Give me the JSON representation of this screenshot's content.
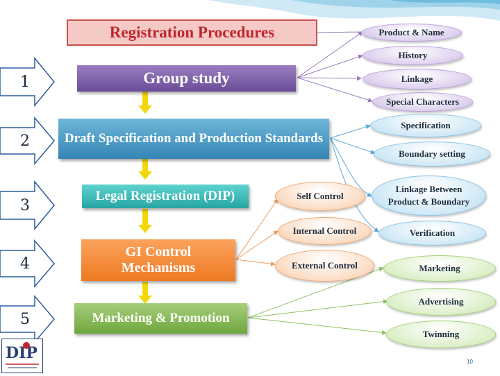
{
  "title": "Registration Procedures",
  "steps": [
    {
      "number": "1",
      "label": "Group study"
    },
    {
      "number": "2",
      "label": "Draft Specification and Production Standards"
    },
    {
      "number": "3",
      "label": "Legal Registration (DIP)"
    },
    {
      "number": "4",
      "label": "GI Control Mechanisms"
    },
    {
      "number": "5",
      "label": "Marketing & Promotion"
    }
  ],
  "group_study_items": [
    "Product & Name",
    "History",
    "Linkage",
    "Special Characters"
  ],
  "draft_items": [
    "Specification",
    "Boundary setting",
    "Linkage Between Product & Boundary",
    "Verification"
  ],
  "control_items": [
    "Self Control",
    "Internal Control",
    "External Control"
  ],
  "marketing_items": [
    "Marketing",
    "Advertising",
    "Twinning"
  ],
  "logo_text": "DIP",
  "page_number": "10",
  "colors": {
    "title": "#c0262e",
    "step1": "#6a4d97",
    "step2": "#3486b5",
    "step3": "#27a5a3",
    "step4": "#ee7a22",
    "step5": "#6fa63e",
    "connector_arrow": "#f2d80a"
  }
}
